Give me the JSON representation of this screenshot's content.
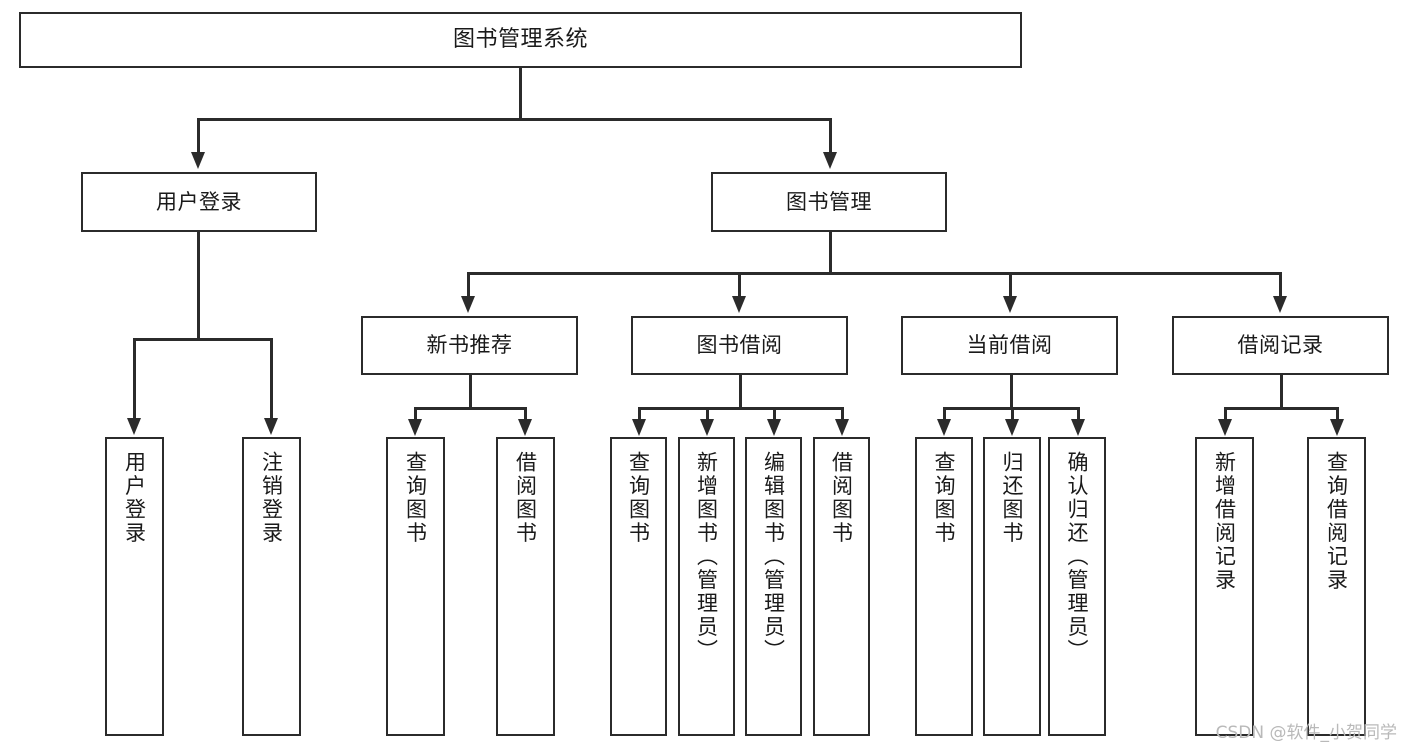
{
  "diagram": {
    "title": "图书管理系统",
    "type": "tree",
    "watermark": "CSDN @软件_小贺同学",
    "colors": {
      "stroke": "#2b2b2b",
      "fill": "#ffffff",
      "text": "#1a1a1a",
      "watermark": "#b9b9b9"
    },
    "root": {
      "label": "图书管理系统"
    },
    "level1": [
      {
        "key": "user_login",
        "label": "用户登录"
      },
      {
        "key": "book_manage",
        "label": "图书管理"
      }
    ],
    "level2": [
      {
        "key": "new_book_rec",
        "label": "新书推荐"
      },
      {
        "key": "book_borrow",
        "label": "图书借阅"
      },
      {
        "key": "current_borrow",
        "label": "当前借阅"
      },
      {
        "key": "borrow_record",
        "label": "借阅记录"
      }
    ],
    "leaves": {
      "user_login": [
        {
          "label": "用户登录"
        },
        {
          "label": "注销登录"
        }
      ],
      "new_book_rec": [
        {
          "label": "查询图书"
        },
        {
          "label": "借阅图书"
        }
      ],
      "book_borrow": [
        {
          "label": "查询图书"
        },
        {
          "label": "新增图书（管理员）"
        },
        {
          "label": "编辑图书（管理员）"
        },
        {
          "label": "借阅图书"
        }
      ],
      "current_borrow": [
        {
          "label": "查询图书"
        },
        {
          "label": "归还图书"
        },
        {
          "label": "确认归还（管理员）"
        }
      ],
      "borrow_record": [
        {
          "label": "新增借阅记录"
        },
        {
          "label": "查询借阅记录"
        }
      ]
    }
  }
}
